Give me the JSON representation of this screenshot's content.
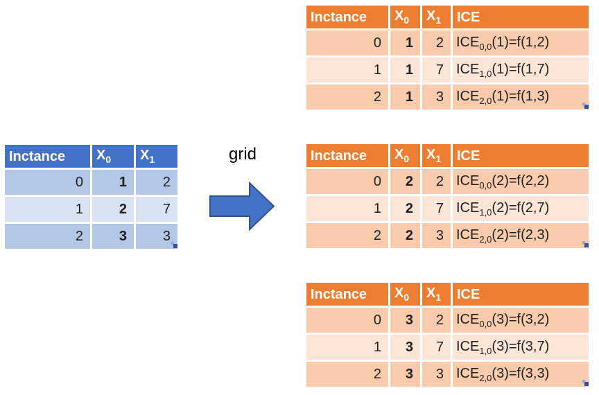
{
  "arrow_label": "grid",
  "colors": {
    "blue_header": "#4472C4",
    "blue_row_dark": "#B4C7E7",
    "blue_row_light": "#D9E2F3",
    "orange_header": "#ED7D31",
    "orange_row_dark": "#F7CBAC",
    "orange_row_light": "#FBE5D6",
    "arrow_fill": "#4472C4",
    "arrow_stroke": "#2F528F",
    "handle_dark": "#35519E",
    "handle_light": "#8FAADC"
  },
  "left_table": {
    "headers": {
      "instance": "Inctance",
      "x0_base": "X",
      "x0_sub": "0",
      "x1_base": "X",
      "x1_sub": "1"
    },
    "rows": [
      {
        "instance": "0",
        "x0": "1",
        "x1": "2"
      },
      {
        "instance": "1",
        "x0": "2",
        "x1": "7"
      },
      {
        "instance": "2",
        "x0": "3",
        "x1": "3"
      }
    ]
  },
  "right_tables": [
    {
      "headers": {
        "instance": "Inctance",
        "x0_base": "X",
        "x0_sub": "0",
        "x1_base": "X",
        "x1_sub": "1",
        "ice": "ICE"
      },
      "rows": [
        {
          "instance": "0",
          "x0": "1",
          "x1": "2",
          "ice_prefix": "ICE",
          "ice_sub": "0,0",
          "ice_rest": "(1)=f(1,2)"
        },
        {
          "instance": "1",
          "x0": "1",
          "x1": "7",
          "ice_prefix": "ICE",
          "ice_sub": "1,0",
          "ice_rest": "(1)=f(1,7)"
        },
        {
          "instance": "2",
          "x0": "1",
          "x1": "3",
          "ice_prefix": "ICE",
          "ice_sub": "2,0",
          "ice_rest": "(1)=f(1,3)"
        }
      ]
    },
    {
      "headers": {
        "instance": "Inctance",
        "x0_base": "X",
        "x0_sub": "0",
        "x1_base": "X",
        "x1_sub": "1",
        "ice": "ICE"
      },
      "rows": [
        {
          "instance": "0",
          "x0": "2",
          "x1": "2",
          "ice_prefix": "ICE",
          "ice_sub": "0,0",
          "ice_rest": "(2)=f(2,2)"
        },
        {
          "instance": "1",
          "x0": "2",
          "x1": "7",
          "ice_prefix": "ICE",
          "ice_sub": "1,0",
          "ice_rest": "(2)=f(2,7)"
        },
        {
          "instance": "2",
          "x0": "2",
          "x1": "3",
          "ice_prefix": "ICE",
          "ice_sub": "2,0",
          "ice_rest": "(2)=f(2,3)"
        }
      ]
    },
    {
      "headers": {
        "instance": "Inctance",
        "x0_base": "X",
        "x0_sub": "0",
        "x1_base": "X",
        "x1_sub": "1",
        "ice": "ICE"
      },
      "rows": [
        {
          "instance": "0",
          "x0": "3",
          "x1": "2",
          "ice_prefix": "ICE",
          "ice_sub": "0,0",
          "ice_rest": "(3)=f(3,2)"
        },
        {
          "instance": "1",
          "x0": "3",
          "x1": "7",
          "ice_prefix": "ICE",
          "ice_sub": "1,0",
          "ice_rest": "(3)=f(3,7)"
        },
        {
          "instance": "2",
          "x0": "3",
          "x1": "3",
          "ice_prefix": "ICE",
          "ice_sub": "2,0",
          "ice_rest": "(3)=f(3,3)"
        }
      ]
    }
  ]
}
